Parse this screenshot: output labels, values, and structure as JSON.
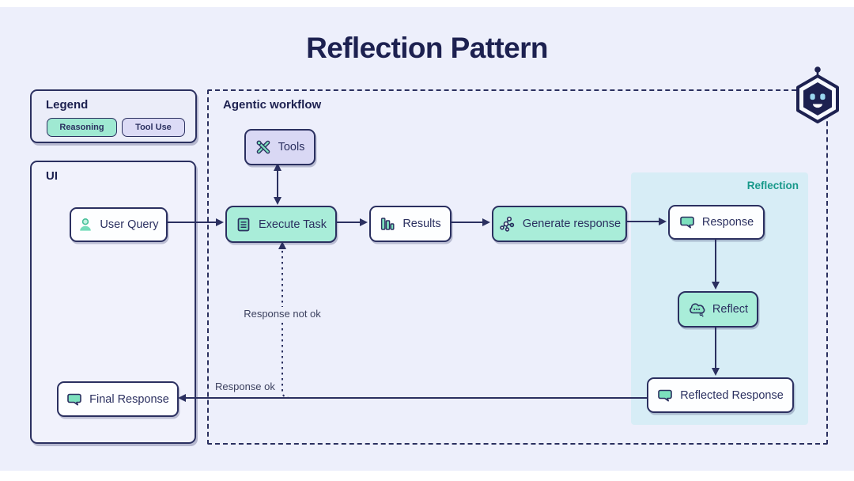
{
  "title": "Reflection Pattern",
  "legend": {
    "title": "Legend",
    "reasoning_label": "Reasoning",
    "tool_use_label": "Tool Use"
  },
  "ui_panel": {
    "title": "UI",
    "user_query_label": "User Query",
    "final_response_label": "Final Response"
  },
  "workflow": {
    "title": "Agentic workflow",
    "tools_label": "Tools",
    "execute_task_label": "Execute Task",
    "results_label": "Results",
    "generate_response_label": "Generate response",
    "reflection": {
      "title": "Reflection",
      "response_label": "Response",
      "reflect_label": "Reflect",
      "reflected_response_label": "Reflected Response"
    }
  },
  "edges": {
    "response_ok_label": "Response ok",
    "response_not_ok_label": "Response not ok"
  },
  "icons": {
    "user": "user-icon",
    "tools": "wrench-screwdriver-icon",
    "execute_task": "document-icon",
    "results": "bar-chart-icon",
    "generate_response": "network-nodes-icon",
    "response": "speech-bubble-icon",
    "reflect": "thought-bubble-icon",
    "mascot": "robot-hexagon-icon"
  },
  "colors": {
    "page_bg": "#edeffb",
    "navy": "#2b3060",
    "title_navy": "#1d2150",
    "mint_box": "#a9edd9",
    "lavender_box": "#d9d8f4",
    "icon_teal": "#7ce0bd",
    "reflection_region_bg": "#d7edf6",
    "reflection_label_teal": "#18998a",
    "white_box": "#fdfeff"
  }
}
